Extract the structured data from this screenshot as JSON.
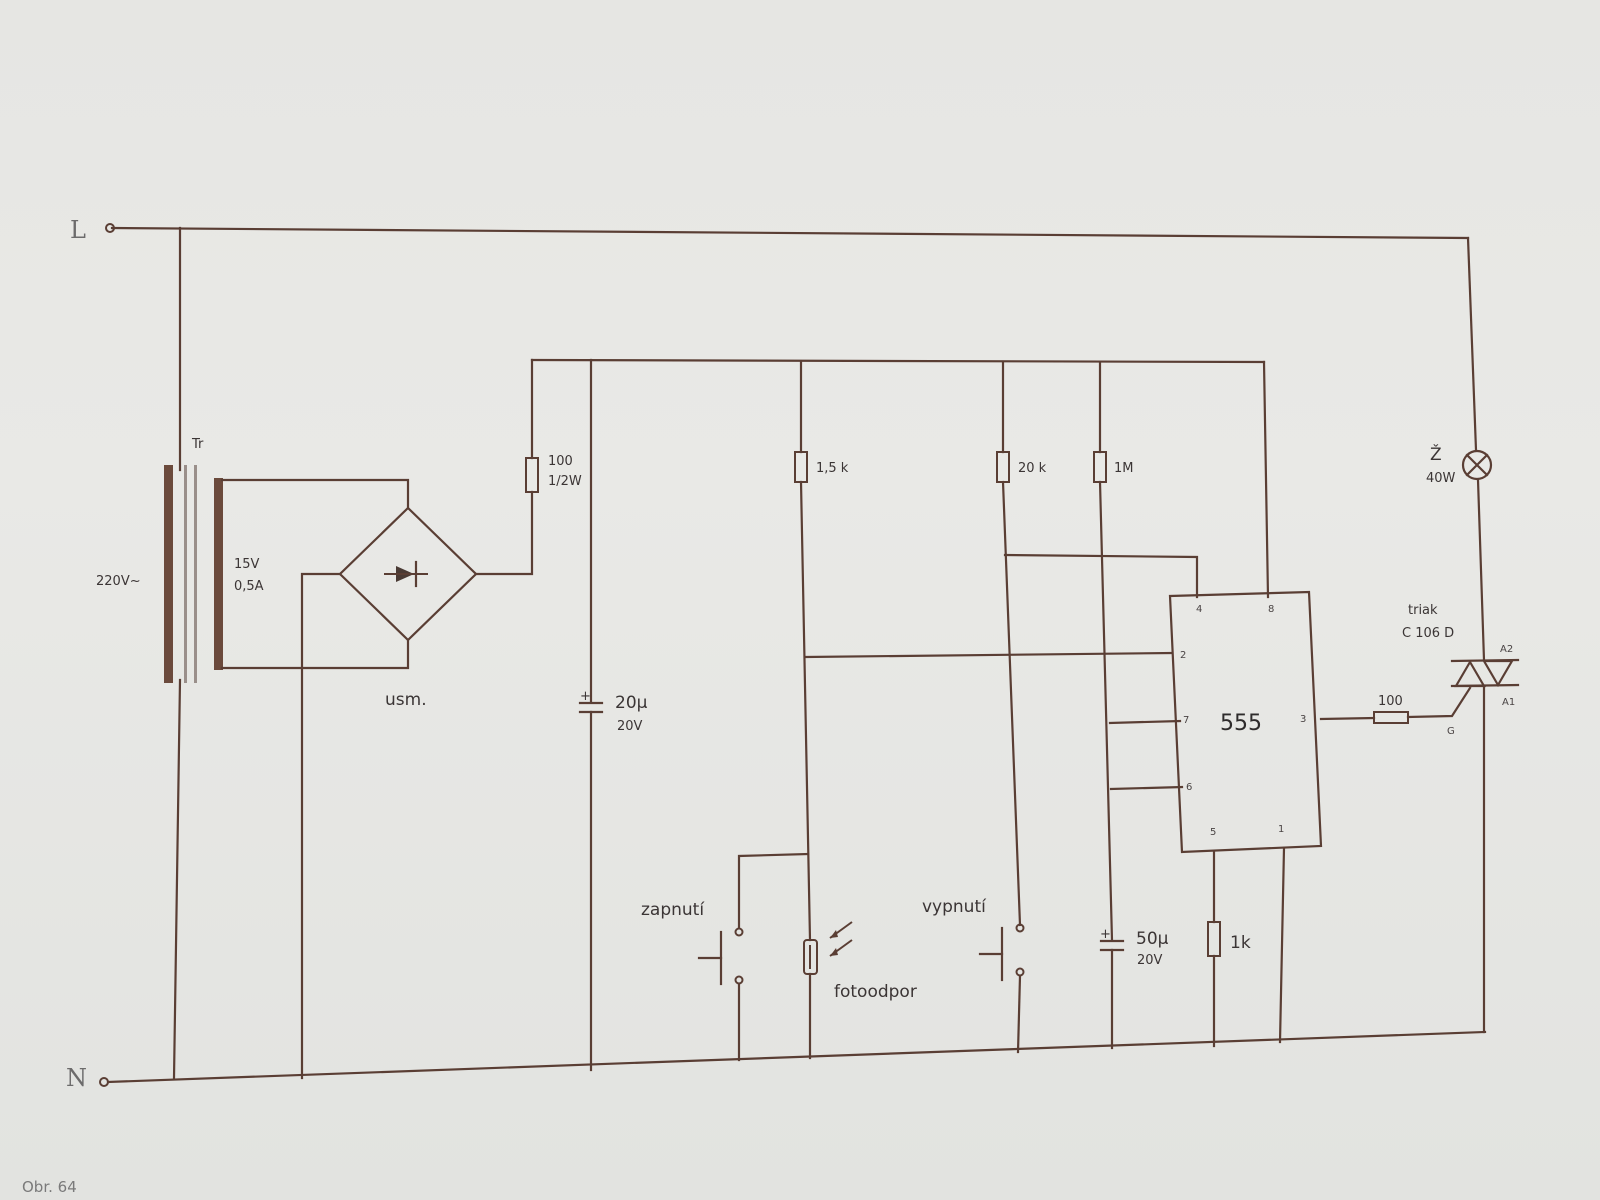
{
  "terminals": {
    "line": "L",
    "neutral": "N"
  },
  "transformer": {
    "name": "Tr",
    "primary": "220V~",
    "secondary_v": "15V",
    "secondary_a": "0,5A"
  },
  "rectifier": {
    "label": "usm."
  },
  "resistors": {
    "r_supply_value": "100",
    "r_supply_power": "1/2W",
    "r_photo": "1,5 k",
    "r_timing_a": "20 k",
    "r_timing_b": "1M",
    "r_pin5": "1k",
    "r_gate": "100"
  },
  "capacitors": {
    "c_filter_value": "20µ",
    "c_filter_voltage": "20V",
    "c_timing_value": "50µ",
    "c_timing_voltage": "20V"
  },
  "ic": {
    "label": "555",
    "pins": {
      "p2": "2",
      "p3": "3",
      "p4": "4",
      "p5": "5",
      "p6": "6",
      "p7": "7",
      "p8": "8",
      "p1": "1"
    }
  },
  "switches": {
    "on": "zapnutí",
    "off": "vypnutí"
  },
  "photoresistor": {
    "label": "fotoodpor"
  },
  "lamp": {
    "name": "Ž",
    "power": "40W"
  },
  "triac": {
    "name": "triak",
    "part": "C 106 D",
    "a2": "A2",
    "a1": "A1",
    "gate": "G"
  },
  "caption": "Obr. 64"
}
